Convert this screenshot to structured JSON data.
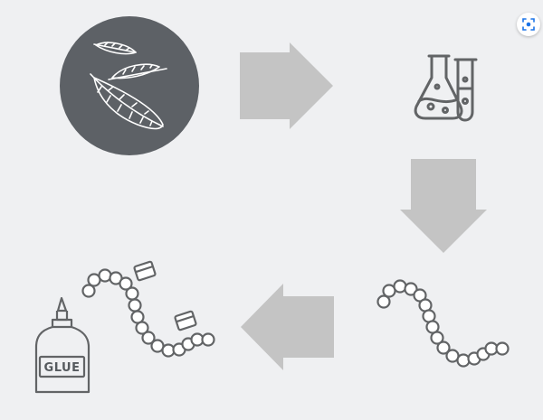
{
  "colors": {
    "background": "#eff0f2",
    "circle": "#5d6166",
    "arrow": "#c4c4c4",
    "line": "#626466",
    "white": "#ffffff"
  },
  "diagram": {
    "steps": [
      {
        "id": "feathers",
        "icon": "feathers-icon"
      },
      {
        "id": "chemistry",
        "icon": "lab-flasks-icon"
      },
      {
        "id": "bead-chain",
        "icon": "bead-chain-icon"
      },
      {
        "id": "glued-beads",
        "icon": "bead-chain-with-tubes-icon"
      },
      {
        "id": "glue",
        "icon": "glue-bottle-icon"
      }
    ],
    "arrows": [
      "right",
      "down",
      "left"
    ],
    "glue_label": "GLUE"
  },
  "toolbar": {
    "lens_icon": "visual-search-icon"
  }
}
